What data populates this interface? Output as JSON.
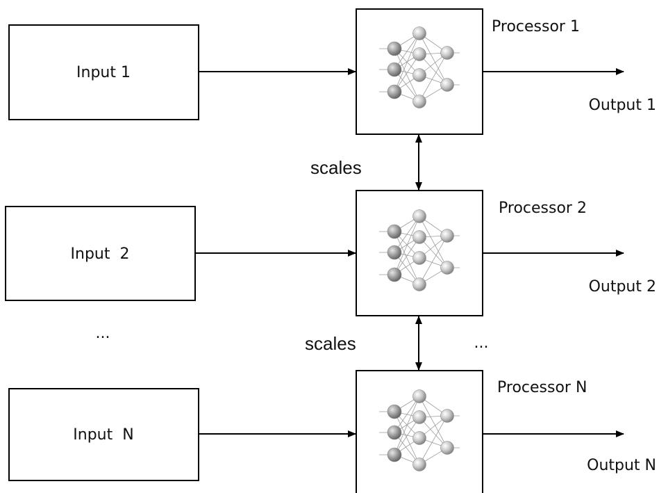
{
  "diagram": {
    "rows": [
      {
        "input_label": "Input 1",
        "processor_label": "Processor 1",
        "output_label": "Output 1"
      },
      {
        "input_label": "Input  2",
        "processor_label": "Processor 2",
        "output_label": "Output 2"
      },
      {
        "input_label": "Input  N",
        "processor_label": "Processor N",
        "output_label": "Output N"
      }
    ],
    "scales_labels": [
      "scales",
      "scales"
    ],
    "ellipsis_left": "...",
    "ellipsis_right": "...",
    "icon": "neural-network-icon"
  }
}
